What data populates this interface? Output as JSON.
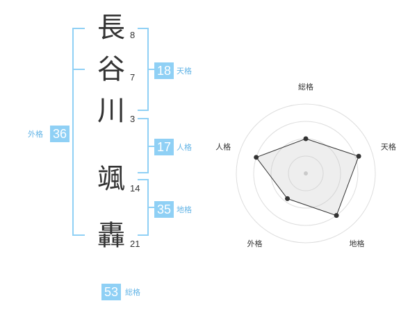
{
  "name": {
    "characters": [
      {
        "char": "長",
        "strokes": "8"
      },
      {
        "char": "谷",
        "strokes": "7"
      },
      {
        "char": "川",
        "strokes": "3"
      },
      {
        "char": "颯",
        "strokes": "14"
      },
      {
        "char": "轟",
        "strokes": "21"
      }
    ]
  },
  "grades": {
    "tenkaku": {
      "value": "18",
      "label": "天格"
    },
    "jinkaku": {
      "value": "17",
      "label": "人格"
    },
    "chikaku": {
      "value": "35",
      "label": "地格"
    },
    "gaikaku": {
      "value": "36",
      "label": "外格"
    },
    "soukaku": {
      "value": "53",
      "label": "総格"
    }
  },
  "colors": {
    "accent": "#8fd0f5",
    "accent_text": "#63b4e6",
    "text": "#333333"
  },
  "chart_data": {
    "type": "radar",
    "axes": [
      "総格",
      "天格",
      "地格",
      "外格",
      "人格"
    ],
    "values": [
      0.5,
      0.8,
      0.75,
      0.45,
      0.75
    ],
    "max": 1,
    "rings": 4,
    "grid": true
  }
}
